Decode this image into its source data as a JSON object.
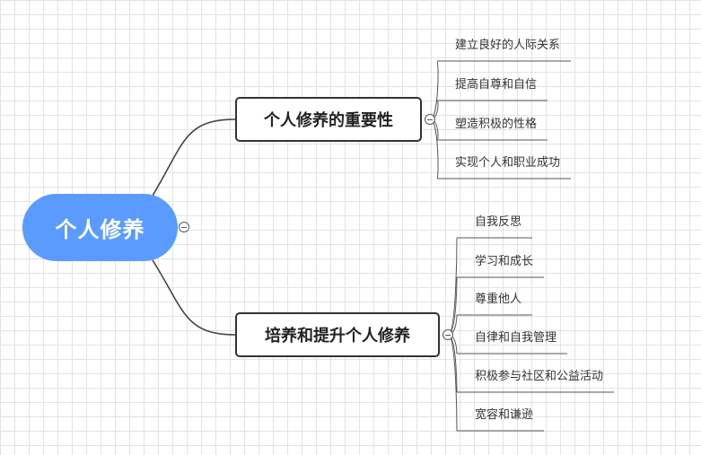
{
  "root": {
    "label": "个人修养"
  },
  "branches": [
    {
      "label": "个人修养的重要性",
      "children": [
        "建立良好的人际关系",
        "提高自尊和自信",
        "塑造积极的性格",
        "实现个人和职业成功"
      ]
    },
    {
      "label": "培养和提升个人修养",
      "children": [
        "自我反思",
        "学习和成长",
        "尊重他人",
        "自律和自我管理",
        "积极参与社区和公益活动",
        "宽容和谦逊"
      ]
    }
  ],
  "colors": {
    "root_fill": "#5b9bff",
    "root_text": "#ffffff",
    "branch_border": "#333333",
    "connector": "#444444",
    "grid": "#e3e3e3"
  },
  "icons": {
    "collapse": "minus-circle-icon"
  }
}
